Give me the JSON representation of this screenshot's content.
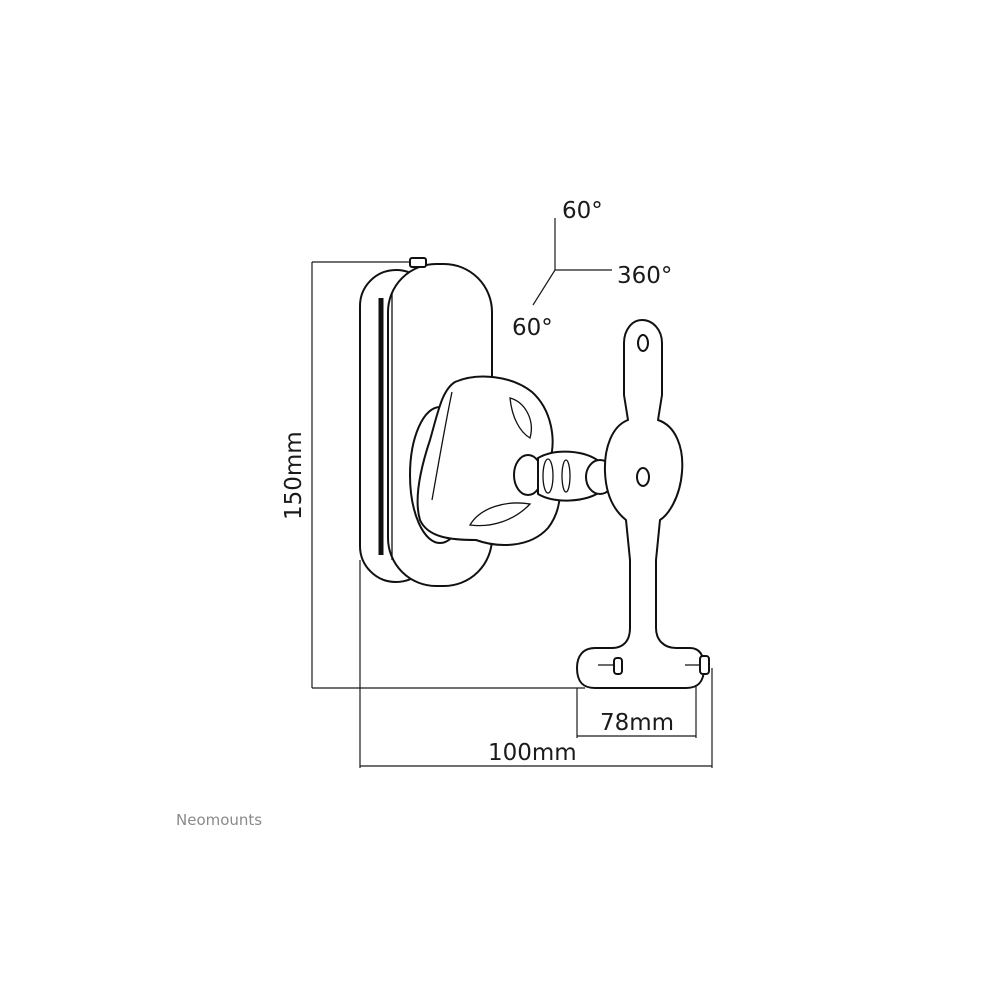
{
  "dimensions": {
    "height": "150mm",
    "depth": "100mm",
    "plate_width": "78mm"
  },
  "rotation": {
    "tilt_up": "60°",
    "swivel": "360°",
    "tilt_down": "60°"
  },
  "brand": "Neomounts"
}
